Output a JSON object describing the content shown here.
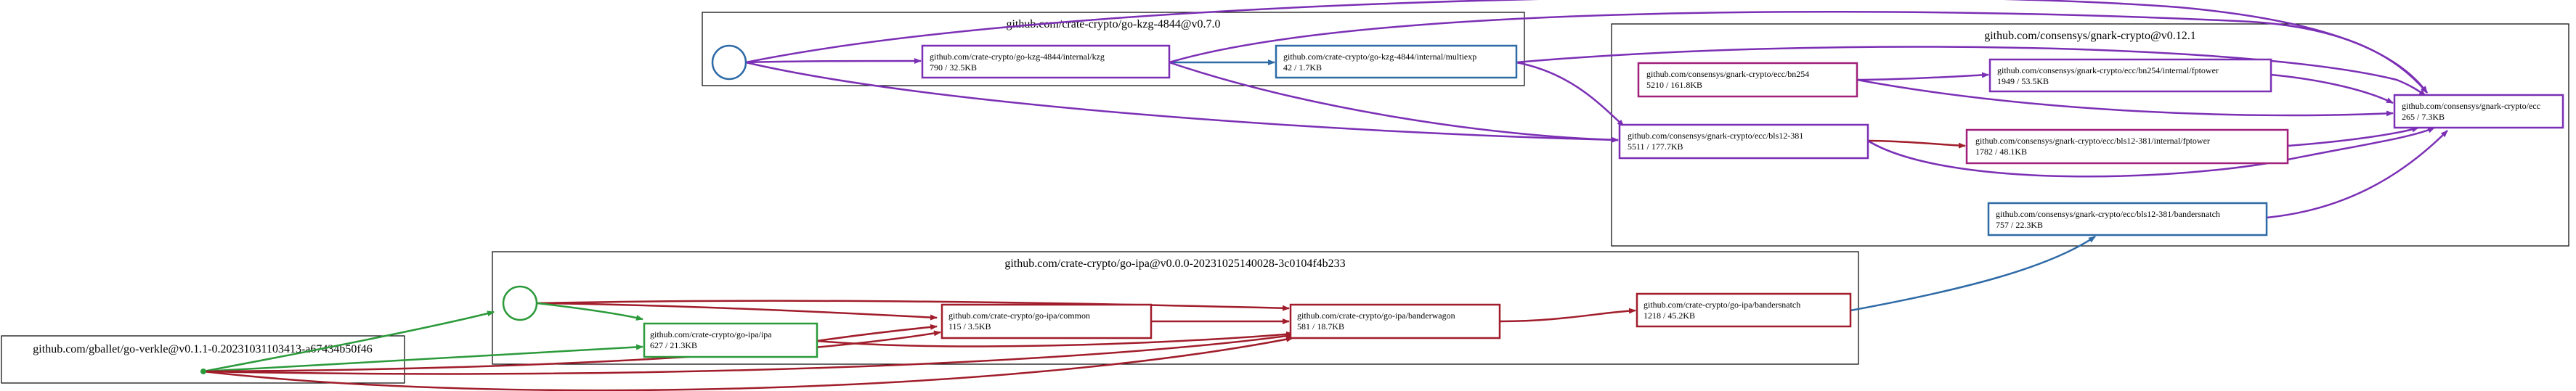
{
  "colors": {
    "blue": "#2e6aa6",
    "purple": "#7b2fb5",
    "red": "#a11d2b",
    "green": "#2b9a3a",
    "magenta": "#a0207a",
    "cluster_border": "#000000"
  },
  "clusters": {
    "kzg": {
      "label": "github.com/crate-crypto/go-kzg-4844@v0.7.0"
    },
    "gnark": {
      "label": "github.com/consensys/gnark-crypto@v0.12.1"
    },
    "ipa": {
      "label": "github.com/crate-crypto/go-ipa@v0.0.0-20231025140028-3c0104f4b233"
    },
    "verkle": {
      "label": "github.com/gballet/go-verkle@v0.1.1-0.20231031103413-a67434b50f46"
    }
  },
  "nodes": {
    "kzg_internal_kzg": {
      "line1": "github.com/crate-crypto/go-kzg-4844/internal/kzg",
      "line2": "790 / 32.5KB"
    },
    "kzg_multiexp": {
      "line1": "github.com/crate-crypto/go-kzg-4844/internal/multiexp",
      "line2": "42 / 1.7KB"
    },
    "gnark_bn254": {
      "line1": "github.com/consensys/gnark-crypto/ecc/bn254",
      "line2": "5210 / 161.8KB"
    },
    "gnark_bn254_fptower": {
      "line1": "github.com/consensys/gnark-crypto/ecc/bn254/internal/fptower",
      "line2": "1949 / 53.5KB"
    },
    "gnark_ecc": {
      "line1": "github.com/consensys/gnark-crypto/ecc",
      "line2": "265 / 7.3KB"
    },
    "gnark_bls": {
      "line1": "github.com/consensys/gnark-crypto/ecc/bls12-381",
      "line2": "5511 / 177.7KB"
    },
    "gnark_bls_fptower": {
      "line1": "github.com/consensys/gnark-crypto/ecc/bls12-381/internal/fptower",
      "line2": "1782 / 48.1KB"
    },
    "gnark_bandersnatch": {
      "line1": "github.com/consensys/gnark-crypto/ecc/bls12-381/bandersnatch",
      "line2": "757 / 22.3KB"
    },
    "ipa_ipa": {
      "line1": "github.com/crate-crypto/go-ipa/ipa",
      "line2": "627 / 21.3KB"
    },
    "ipa_common": {
      "line1": "github.com/crate-crypto/go-ipa/common",
      "line2": "115 / 3.5KB"
    },
    "ipa_banderwagon": {
      "line1": "github.com/crate-crypto/go-ipa/banderwagon",
      "line2": "581 / 18.7KB"
    },
    "ipa_bandersnatch": {
      "line1": "github.com/crate-crypto/go-ipa/bandersnatch",
      "line2": "1218 / 45.2KB"
    }
  }
}
